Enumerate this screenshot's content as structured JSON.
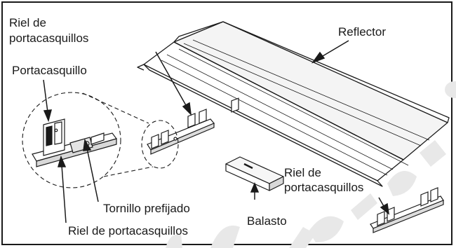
{
  "labels": {
    "rail_top_left_line1": "Riel de",
    "rail_top_left_line2": "portacasquillos",
    "reflector": "Reflector",
    "lampholder": "Portacasquillo",
    "rail_right_line1": "Riel de",
    "rail_right_line2": "portacasquillos",
    "preset_screw": "Tornillo prefijado",
    "ballast": "Balasto",
    "rail_bottom": "Riel de portacasquillos"
  },
  "watermark": "Discontinued",
  "colors": {
    "line": "#1a1a1a",
    "watermark": "#e6e6e6",
    "part_fill": "#ffffff"
  }
}
